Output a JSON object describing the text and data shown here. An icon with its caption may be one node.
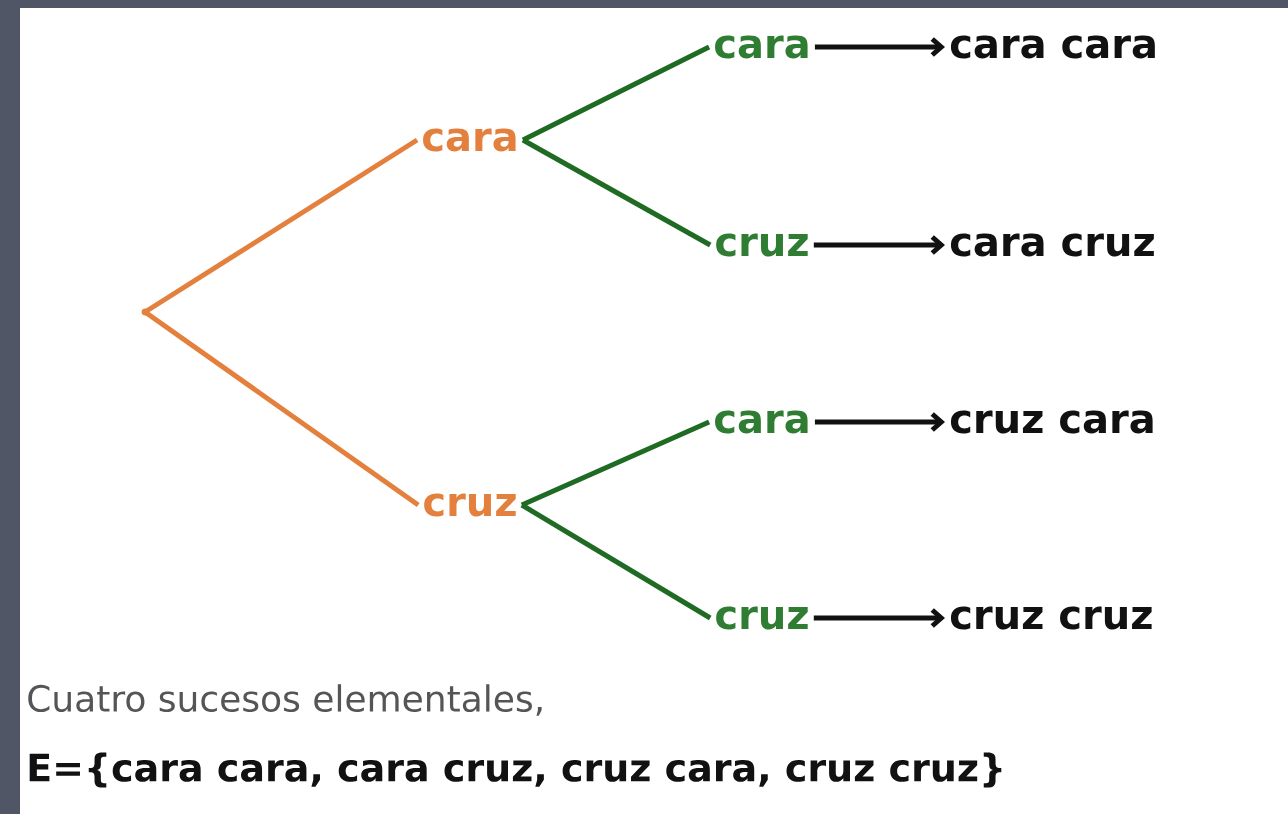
{
  "diagram": {
    "nodes": [
      {
        "text": [],
        "shape": "point"
      },
      {
        "text": [
          "cara"
        ]
      },
      {
        "text": [
          "cruz"
        ]
      },
      {
        "text": [
          "cara"
        ]
      },
      {
        "text": [
          "cruz"
        ]
      },
      {
        "text": [
          "cara"
        ]
      },
      {
        "text": [
          "cruz"
        ]
      },
      {
        "text": [
          "cara cara"
        ]
      },
      {
        "text": [
          "cara cruz"
        ]
      },
      {
        "text": [
          "cruz cara"
        ]
      },
      {
        "text": [
          "cruz cruz"
        ]
      }
    ],
    "edges": [
      {
        "from": 0,
        "to": 1,
        "arrow": "none",
        "color": "#e4803e"
      },
      {
        "from": 0,
        "to": 2,
        "arrow": "none",
        "color": "#e4803e"
      },
      {
        "from": 1,
        "to": 3,
        "arrow": "none",
        "color": "#1f6b24"
      },
      {
        "from": 1,
        "to": 4,
        "arrow": "none",
        "color": "#1f6b24"
      },
      {
        "from": 2,
        "to": 5,
        "arrow": "none",
        "color": "#1f6b24"
      },
      {
        "from": 2,
        "to": 6,
        "arrow": "none",
        "color": "#1f6b24"
      },
      {
        "from": 3,
        "to": 7,
        "arrow": "to",
        "color": "#111111"
      },
      {
        "from": 4,
        "to": 8,
        "arrow": "to",
        "color": "#111111"
      },
      {
        "from": 5,
        "to": 9,
        "arrow": "to",
        "color": "#111111"
      },
      {
        "from": 6,
        "to": 10,
        "arrow": "to",
        "color": "#111111"
      }
    ],
    "labels": [
      "Cuatro sucesos elementales,",
      "E={cara cara, cara cruz, cruz cara, cruz cruz}"
    ]
  }
}
